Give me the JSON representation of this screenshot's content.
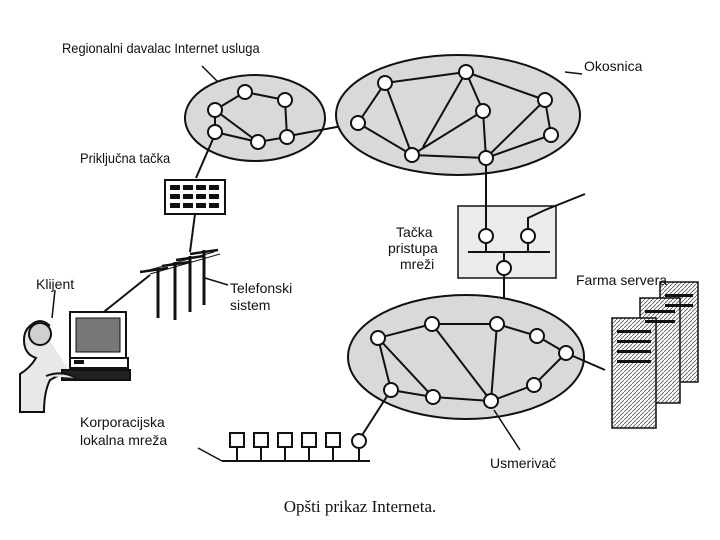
{
  "labels": {
    "regional_isp": "Regionalni davalac Internet usluga",
    "backbone": "Okosnica",
    "access_point_line1": "Priključna tačka",
    "client": "Klijent",
    "phone_line1": "Telefonski",
    "phone_line2": "sistem",
    "nap_line1": "Tačka",
    "nap_line2": "pristupa",
    "nap_line3": "mreži",
    "server_farm": "Farma servera",
    "lan_line1": "Korporacijska",
    "lan_line2": "lokalna mreža",
    "router": "Usmerivač"
  },
  "caption": "Opšti prikaz Interneta."
}
